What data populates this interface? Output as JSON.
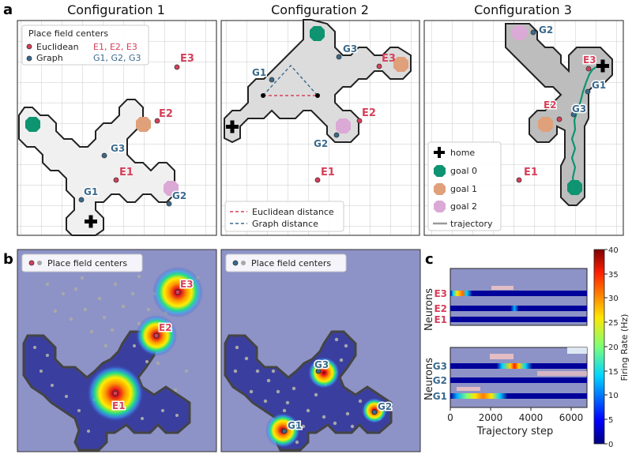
{
  "panel_letters": {
    "a": "a",
    "b": "b",
    "c": "c"
  },
  "titles": [
    "Configuration 1",
    "Configuration 2",
    "Configuration 3"
  ],
  "legend_config1": {
    "heading": "Place field centers",
    "euclidean": "Euclidean",
    "euclidean_codes": "E1, E2, E3",
    "graph": "Graph",
    "graph_codes": "G1, G2, G3"
  },
  "legend_config2": {
    "euclidean_distance": "Euclidean distance",
    "graph_distance": "Graph distance"
  },
  "legend_config3": {
    "home": "home",
    "goal0": "goal 0",
    "goal1": "goal 1",
    "goal2": "goal 2",
    "trajectory": "trajectory"
  },
  "labels": {
    "E1": "E1",
    "E2": "E2",
    "E3": "E3",
    "G1": "G1",
    "G2": "G2",
    "G3": "G3"
  },
  "panel_b_legend": "Place field centers",
  "panel_c": {
    "ylabel": "Neurons",
    "xlabel": "Trajectory step",
    "xticks": [
      "0",
      "2000",
      "4000",
      "6000"
    ],
    "top_rows": [
      "E3",
      "E2",
      "E1"
    ],
    "bottom_rows": [
      "G3",
      "G2",
      "G1"
    ]
  },
  "colorbar": {
    "label": "Firing Rate (Hz)",
    "ticks": [
      "0",
      "5",
      "10",
      "15",
      "20",
      "25",
      "30",
      "35",
      "40"
    ]
  },
  "colors": {
    "euclidean": "#d6405a",
    "graph": "#3b6a8c",
    "goal0": "#0e9470",
    "goal1": "#e0a07a",
    "goal2": "#dba9d6",
    "maze_light": "#f0f0f0",
    "maze_dark": "#bdbdbd",
    "field_bg": "#8d93c6",
    "maze_blue": "#3a3f9f"
  }
}
